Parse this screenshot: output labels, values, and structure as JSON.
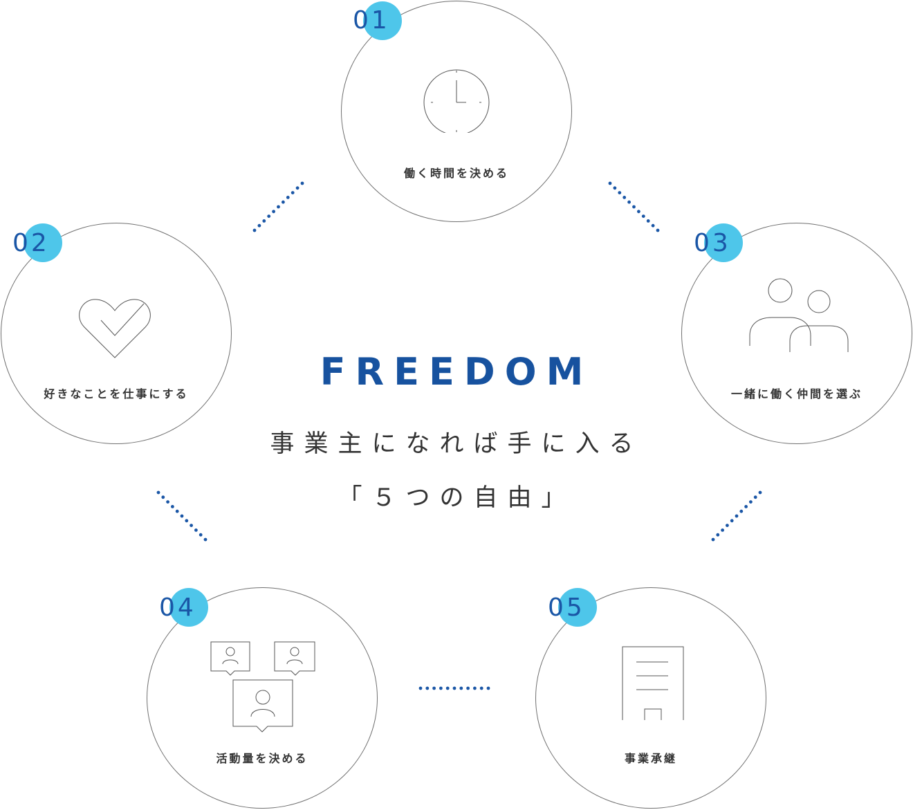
{
  "diagram": {
    "title": "FREEDOM",
    "subtitle_line1": "事業主になれば手に入る",
    "subtitle_line2": "「５つの自由」",
    "colors": {
      "badge": "#4ec6ea",
      "number": "#1a56a6",
      "title": "#17529f",
      "dots": "#1a56a6",
      "text": "#333333",
      "outline": "#6f6f6f"
    },
    "nodes": [
      {
        "number": "01",
        "label": "働く時間を決める",
        "icon": "clock-icon"
      },
      {
        "number": "02",
        "label": "好きなことを仕事にする",
        "icon": "heart-check-icon"
      },
      {
        "number": "03",
        "label": "一緒に働く仲間を選ぶ",
        "icon": "people-icon"
      },
      {
        "number": "04",
        "label": "活動量を決める",
        "icon": "profile-cards-icon"
      },
      {
        "number": "05",
        "label": "事業承継",
        "icon": "document-building-icon"
      }
    ]
  }
}
